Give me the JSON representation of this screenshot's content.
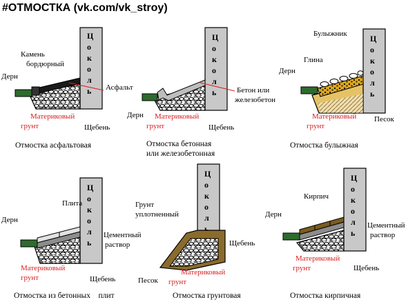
{
  "heading": "#ОТМОСТКА (vk.com/vk_stroy)",
  "plinth_letters": [
    "Ц",
    "о",
    "к",
    "о",
    "л",
    "ь"
  ],
  "colors": {
    "turf": "#2e6b2e",
    "plinth": "#c8c8c8",
    "soil_text": "#d81e1e",
    "asphalt": "#1a1a1a",
    "concrete": "#bdbdbd",
    "clay": "#d9a520",
    "sand": "#e6c266",
    "brick": "#7a5c1e",
    "rammed_earth": "#8b6b2c"
  },
  "panels": [
    {
      "id": "asphalt",
      "caption": "Отмостка асфальтовая",
      "labels": {
        "turf": "Дерн",
        "curb": [
          "Камень",
          "бордюрный"
        ],
        "top": "Асфальт",
        "gravel": "Щебень",
        "soil": [
          "Материковый",
          "грунт"
        ]
      }
    },
    {
      "id": "concrete",
      "caption": [
        "Отмостка бетонная",
        "или железобетонная"
      ],
      "labels": {
        "turf": "Дерн",
        "top": [
          "Бетон или",
          "железобетон"
        ],
        "gravel": "Щебень",
        "soil": [
          "Материковый",
          "грунт"
        ]
      }
    },
    {
      "id": "cobble",
      "caption": "Отмостка булыжная",
      "labels": {
        "turf": "Дерн",
        "cobble": "Булыжник",
        "clay": "Глина",
        "sand": "Песок",
        "soil": [
          "Материковый",
          "грунт"
        ]
      }
    },
    {
      "id": "slab",
      "caption": "Отмостка из бетонных    плит",
      "labels": {
        "turf": "Дерн",
        "slab": "Плита",
        "mortar": [
          "Цементный",
          "раствор"
        ],
        "gravel": "Щебень",
        "soil": [
          "Материковый",
          "грунт"
        ]
      }
    },
    {
      "id": "earth",
      "caption": "Отмостка грунтовая",
      "labels": {
        "top": [
          "Грунт",
          "уплотненный"
        ],
        "gravel": "Щебень",
        "sand": "Песок",
        "soil": [
          "Материковый",
          "грунт"
        ]
      }
    },
    {
      "id": "brick",
      "caption": "Отмостка кирпичная",
      "labels": {
        "turf": "Дерн",
        "brick": "Кирпич",
        "mortar": [
          "Цементный",
          "раствор"
        ],
        "gravel": "Щебень",
        "soil": [
          "Материковый",
          "грунт"
        ]
      }
    }
  ]
}
